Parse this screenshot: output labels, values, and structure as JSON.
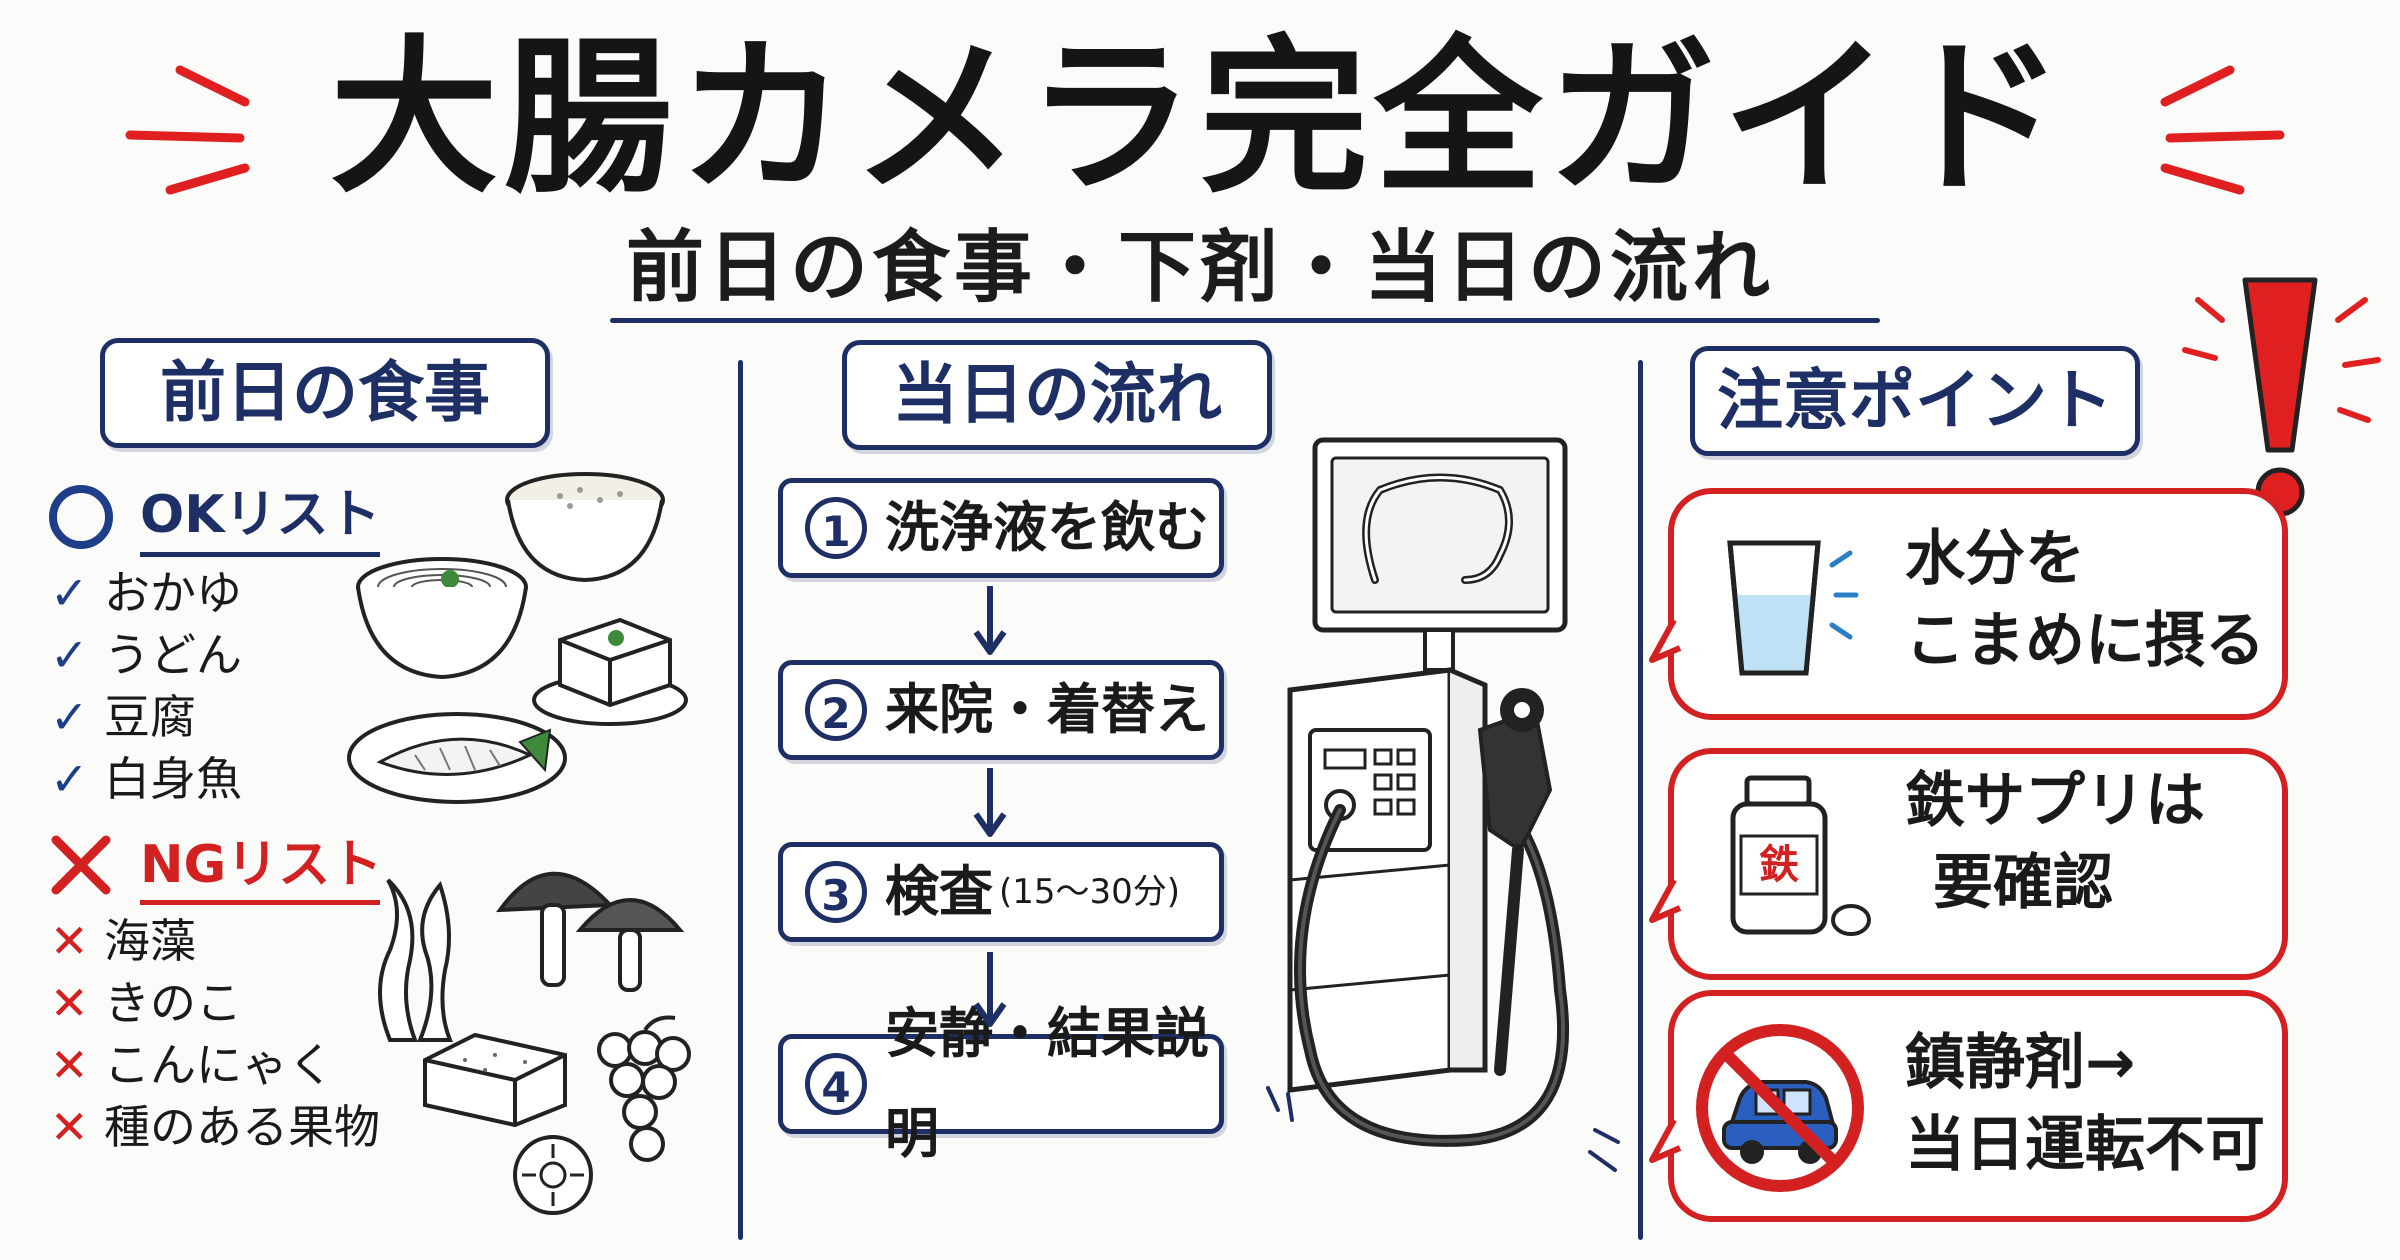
{
  "title": "大腸カメラ完全ガイド",
  "subtitle": "前日の食事・下剤・当日の流れ",
  "colors": {
    "navy": "#1e2f66",
    "red": "#d32020",
    "ok_blue": "#1e3e8a"
  },
  "meal_section": {
    "heading": "前日の食事",
    "ok": {
      "heading": "OKリスト",
      "mark": "✓",
      "items": [
        "おかゆ",
        "うどん",
        "豆腐",
        "白身魚"
      ]
    },
    "ng": {
      "heading": "NGリスト",
      "mark": "✕",
      "items": [
        "海藻",
        "きのこ",
        "こんにゃく",
        "種のある果物"
      ]
    }
  },
  "flow_section": {
    "heading": "当日の流れ",
    "steps": [
      {
        "num": "1",
        "label": "洗浄液を飲む",
        "note": ""
      },
      {
        "num": "2",
        "label": "来院・着替え",
        "note": ""
      },
      {
        "num": "3",
        "label": "検査",
        "note": "(15～30分)"
      },
      {
        "num": "4",
        "label": "安静・結果説明",
        "note": ""
      }
    ]
  },
  "caution_section": {
    "heading": "注意ポイント",
    "points": [
      {
        "lines": [
          "水分を",
          "こまめに摂る"
        ],
        "icon": "water-glass-icon"
      },
      {
        "lines": [
          "鉄サプリは",
          "要確認"
        ],
        "icon": "iron-supplement-icon",
        "icon_label": "鉄"
      },
      {
        "lines": [
          "鎮静剤→",
          "当日運転不可"
        ],
        "icon": "no-driving-icon"
      }
    ]
  }
}
